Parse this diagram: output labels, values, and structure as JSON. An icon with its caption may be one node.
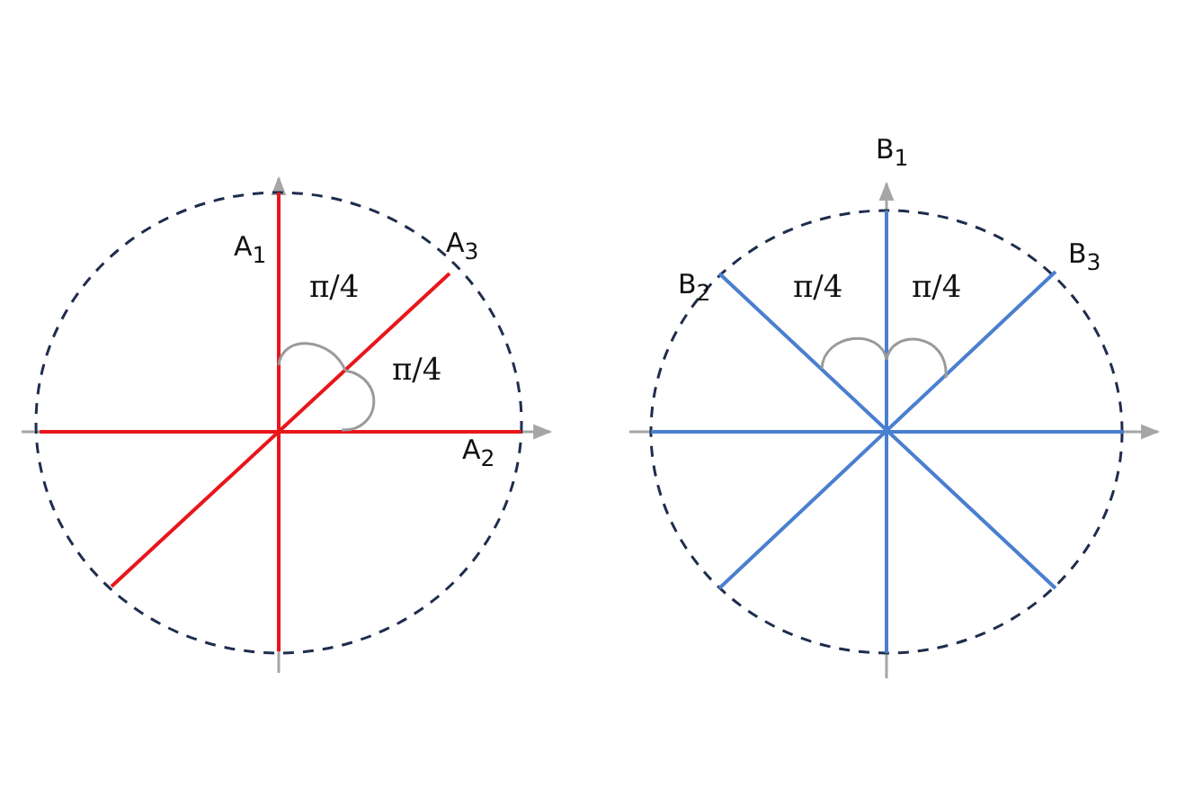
{
  "diagram": {
    "labels": [
      "A$_{1}$",
      "A$_{3}$",
      "π/4",
      "π/4",
      "A$_{2}$",
      "B$_{1}$",
      "B$_{2}$",
      "B$_{3}$",
      "π/4",
      "π/4"
    ]
  }
}
